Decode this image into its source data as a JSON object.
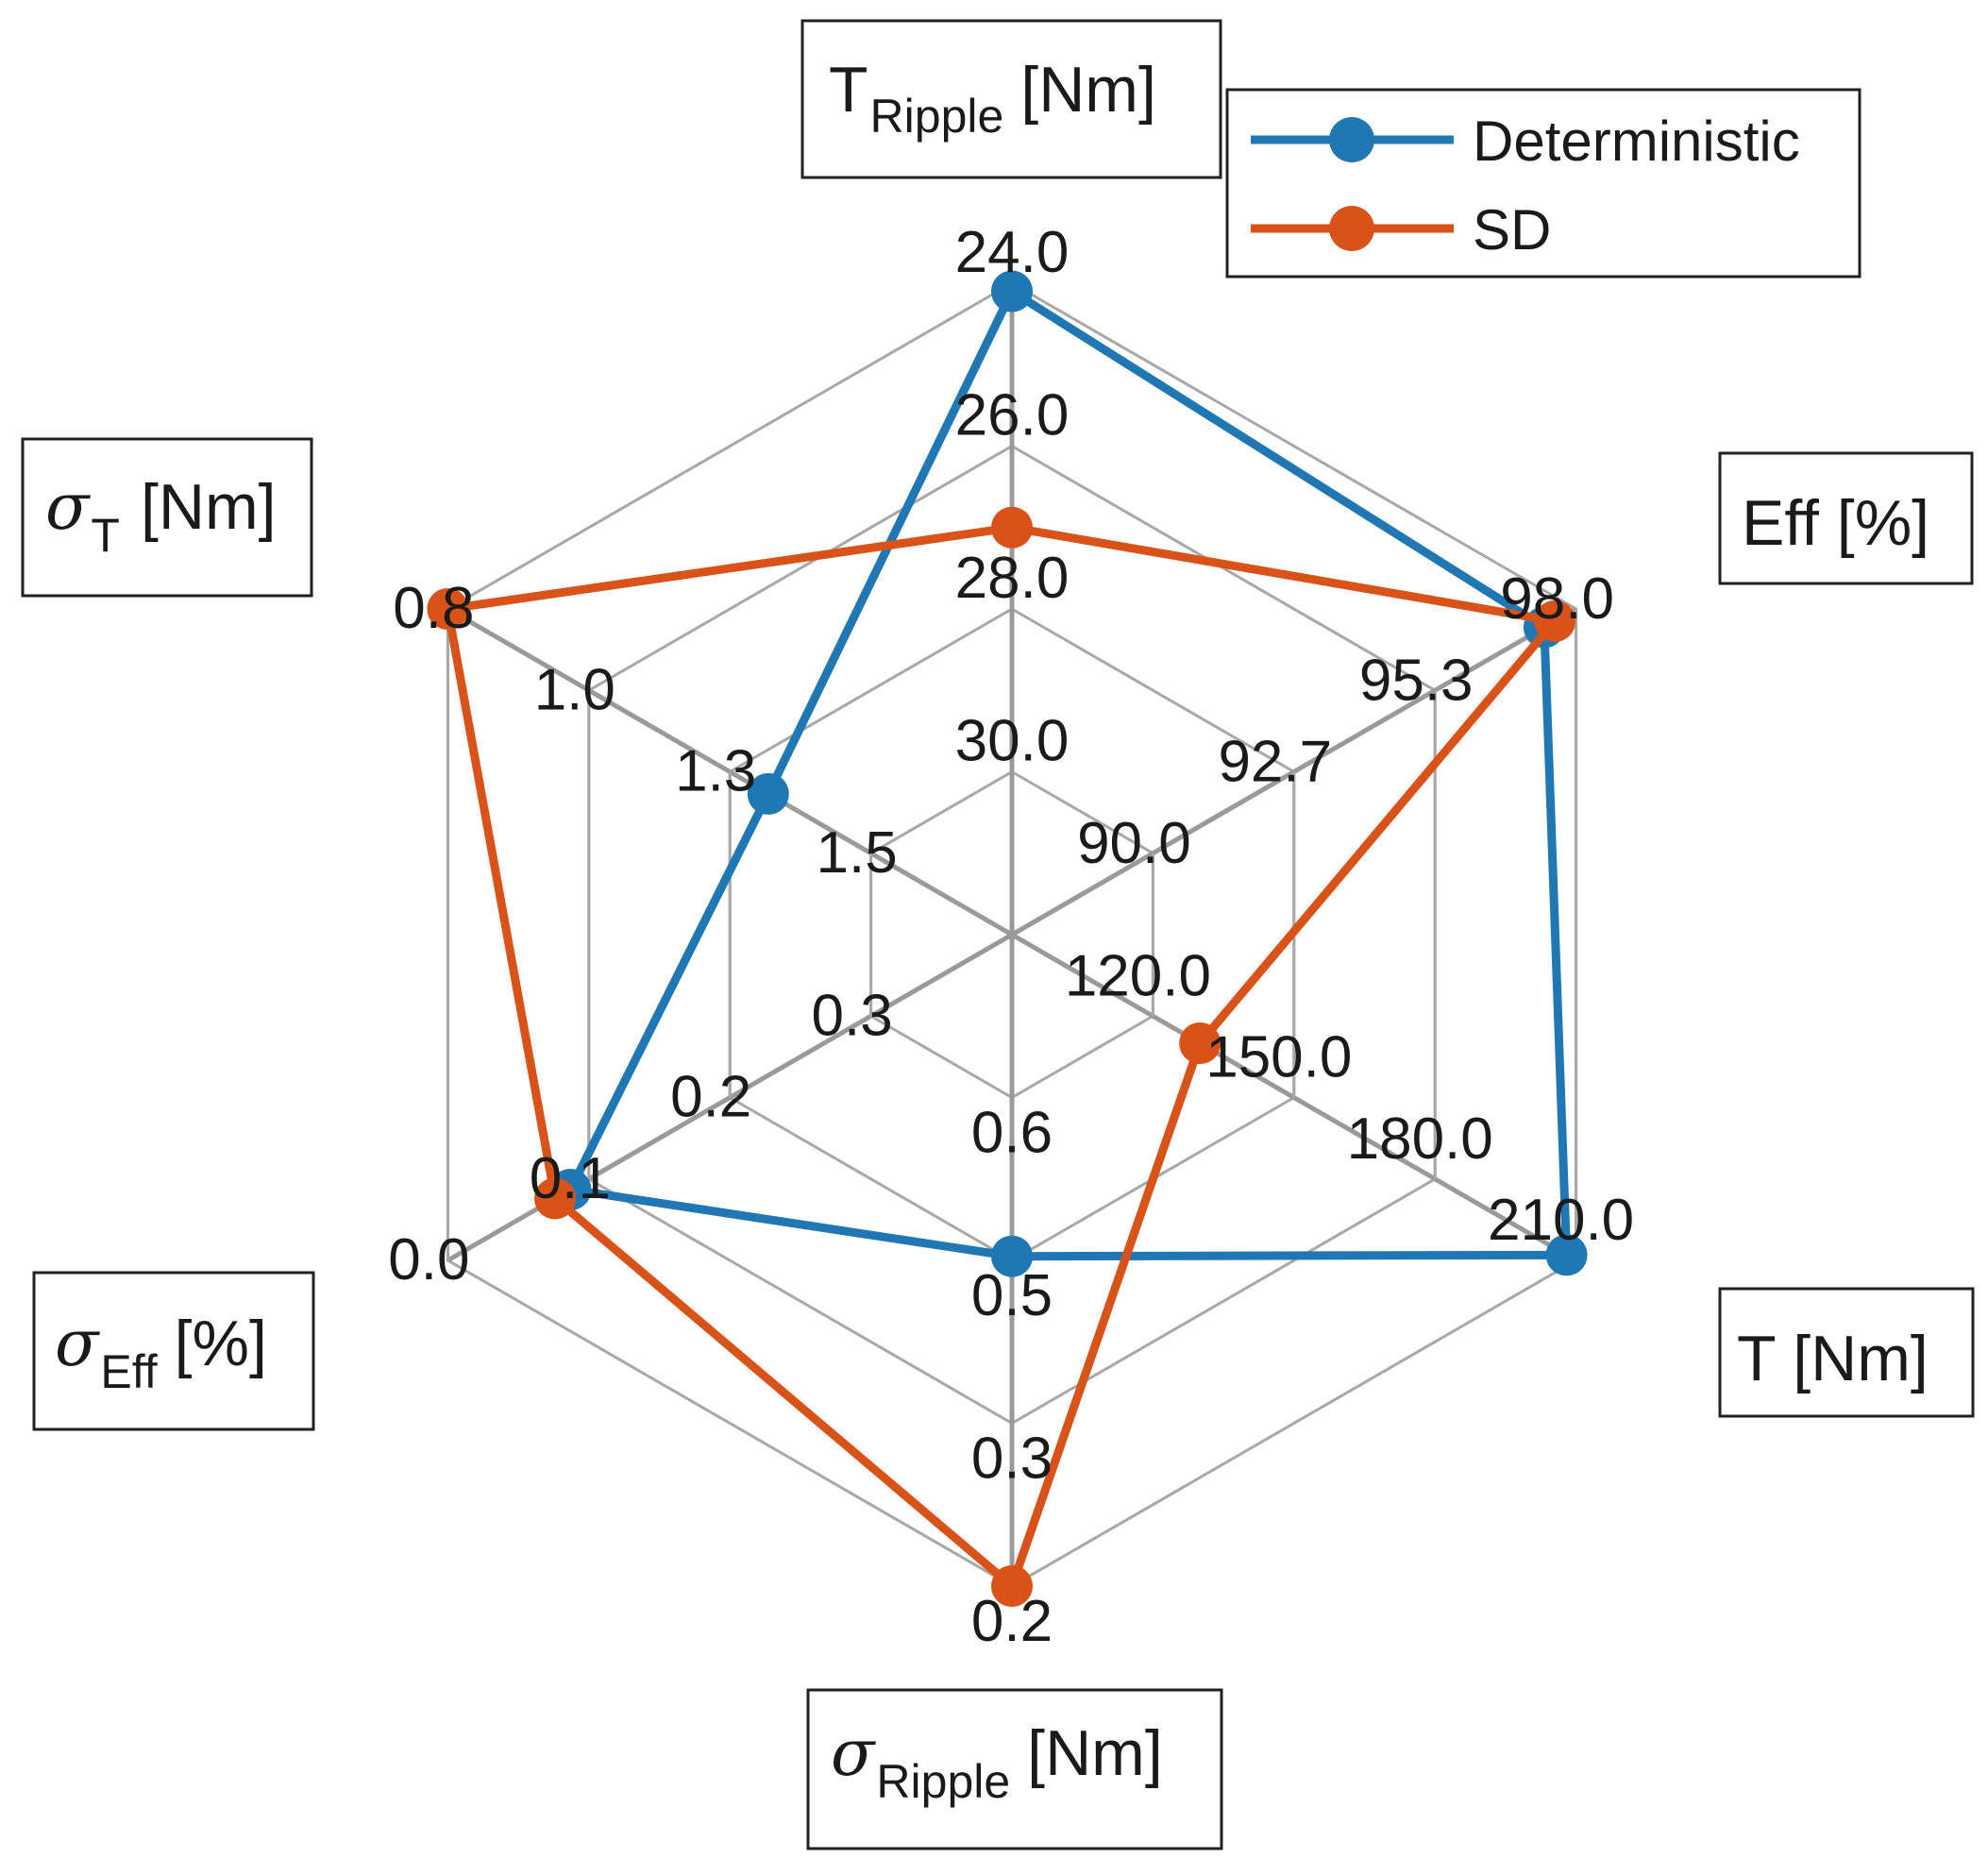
{
  "chart_data": {
    "type": "radar",
    "axes": [
      {
        "id": "t_ripple",
        "symbol": "T",
        "subscript": "Ripple",
        "unit": "[Nm]",
        "ticks": [
          "30.0",
          "28.0",
          "26.0",
          "24.0"
        ],
        "min": 30.0,
        "max": 24.0
      },
      {
        "id": "eff",
        "symbol": "",
        "subscript": "",
        "unit": "Eff [%]",
        "ticks": [
          "90.0",
          "92.7",
          "95.3",
          "98.0"
        ],
        "min": 90.0,
        "max": 98.0
      },
      {
        "id": "torque",
        "symbol": "",
        "subscript": "",
        "unit": "T [Nm]",
        "ticks": [
          "120.0",
          "150.0",
          "180.0",
          "210.0"
        ],
        "min": 120.0,
        "max": 210.0
      },
      {
        "id": "sigma_ripple",
        "symbol": "σ",
        "subscript": "Ripple",
        "unit": "[Nm]",
        "ticks": [
          "0.6",
          "0.5",
          "0.3",
          "0.2"
        ],
        "min": 0.6,
        "max": 0.2
      },
      {
        "id": "sigma_eff",
        "symbol": "σ",
        "subscript": "Eff",
        "unit": "[%]",
        "ticks": [
          "0.3",
          "0.2",
          "0.1",
          "0.0"
        ],
        "min": 0.3,
        "max": 0.0
      },
      {
        "id": "sigma_t",
        "symbol": "σ",
        "subscript": "T",
        "unit": "[Nm]",
        "ticks": [
          "1.5",
          "1.3",
          "1.0",
          "0.8"
        ],
        "min": 1.5,
        "max": 0.8
      }
    ],
    "series": [
      {
        "name": "Deterministic",
        "color": "#1f77b4",
        "values": [
          24.1,
          97.4,
          208.0,
          0.47,
          0.087,
          1.33
        ]
      },
      {
        "name": "SD",
        "color": "#d95319",
        "values": [
          27.0,
          97.6,
          130.0,
          0.2,
          0.076,
          0.8
        ]
      }
    ],
    "grid": true,
    "legend": "top-right",
    "grid_levels": 4
  }
}
